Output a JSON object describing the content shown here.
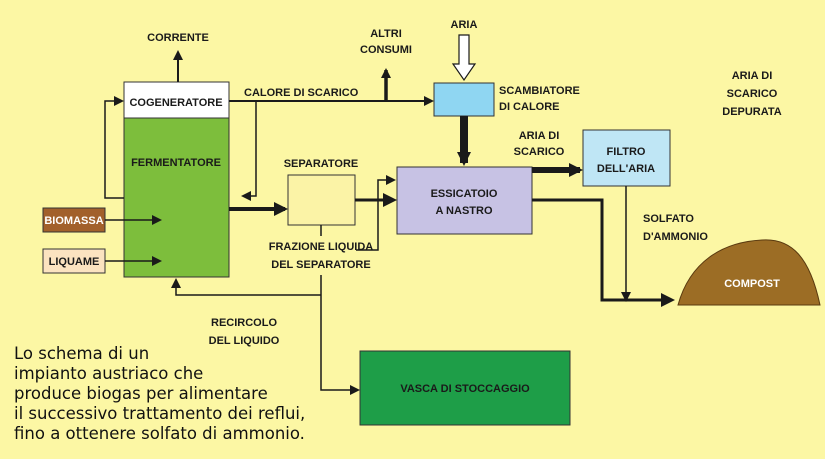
{
  "labels": {
    "corrente": "CORRENTE",
    "cogeneratore": "COGENERATORE",
    "fermentatore": "FERMENTATORE",
    "calore_di_scarico": "CALORE DI SCARICO",
    "altri_consumi_1": "ALTRI",
    "altri_consumi_2": "CONSUMI",
    "aria": "ARIA",
    "scambiatore_1": "SCAMBIATORE",
    "scambiatore_2": "DI CALORE",
    "aria_scarico_depurata_1": "ARIA DI",
    "aria_scarico_depurata_2": "SCARICO",
    "aria_scarico_depurata_3": "DEPURATA",
    "aria_di_scarico_1": "ARIA DI",
    "aria_di_scarico_2": "SCARICO",
    "filtro_1": "FILTRO",
    "filtro_2": "DELL'ARIA",
    "separatore": "SEPARATORE",
    "essicatoio_1": "ESSICATOIO",
    "essicatoio_2": "A NASTRO",
    "biomassa": "BIOMASSA",
    "liquame": "LIQUAME",
    "frazione_1": "FRAZIONE LIQUIDA",
    "frazione_2": "DEL SEPARATORE",
    "solfato_1": "SOLFATO",
    "solfato_2": "D'AMMONIO",
    "compost": "COMPOST",
    "recircolo_1": "RECIRCOLO",
    "recircolo_2": "DEL LIQUIDO",
    "vasca": "VASCA DI STOCCAGGIO"
  },
  "caption": [
    "Lo schema di un",
    "impianto austriaco che",
    "produce biogas per alimentare",
    "il successivo trattamento dei reflui,",
    "fino a ottenere solfato di ammonio."
  ],
  "colors": {
    "background": "#fcf7a4",
    "fermentatore": "#7dbe3c",
    "cogeneratore": "#ffffff",
    "separatore": "#fbf3a6",
    "essicatoio": "#c7c2e4",
    "filtro": "#bfe6f5",
    "scambiatore": "#8fd6f2",
    "vasca": "#1e9e48",
    "biomassa": "#a2602b",
    "liquame": "#fbe3c0",
    "compost": "#9c6d25"
  }
}
